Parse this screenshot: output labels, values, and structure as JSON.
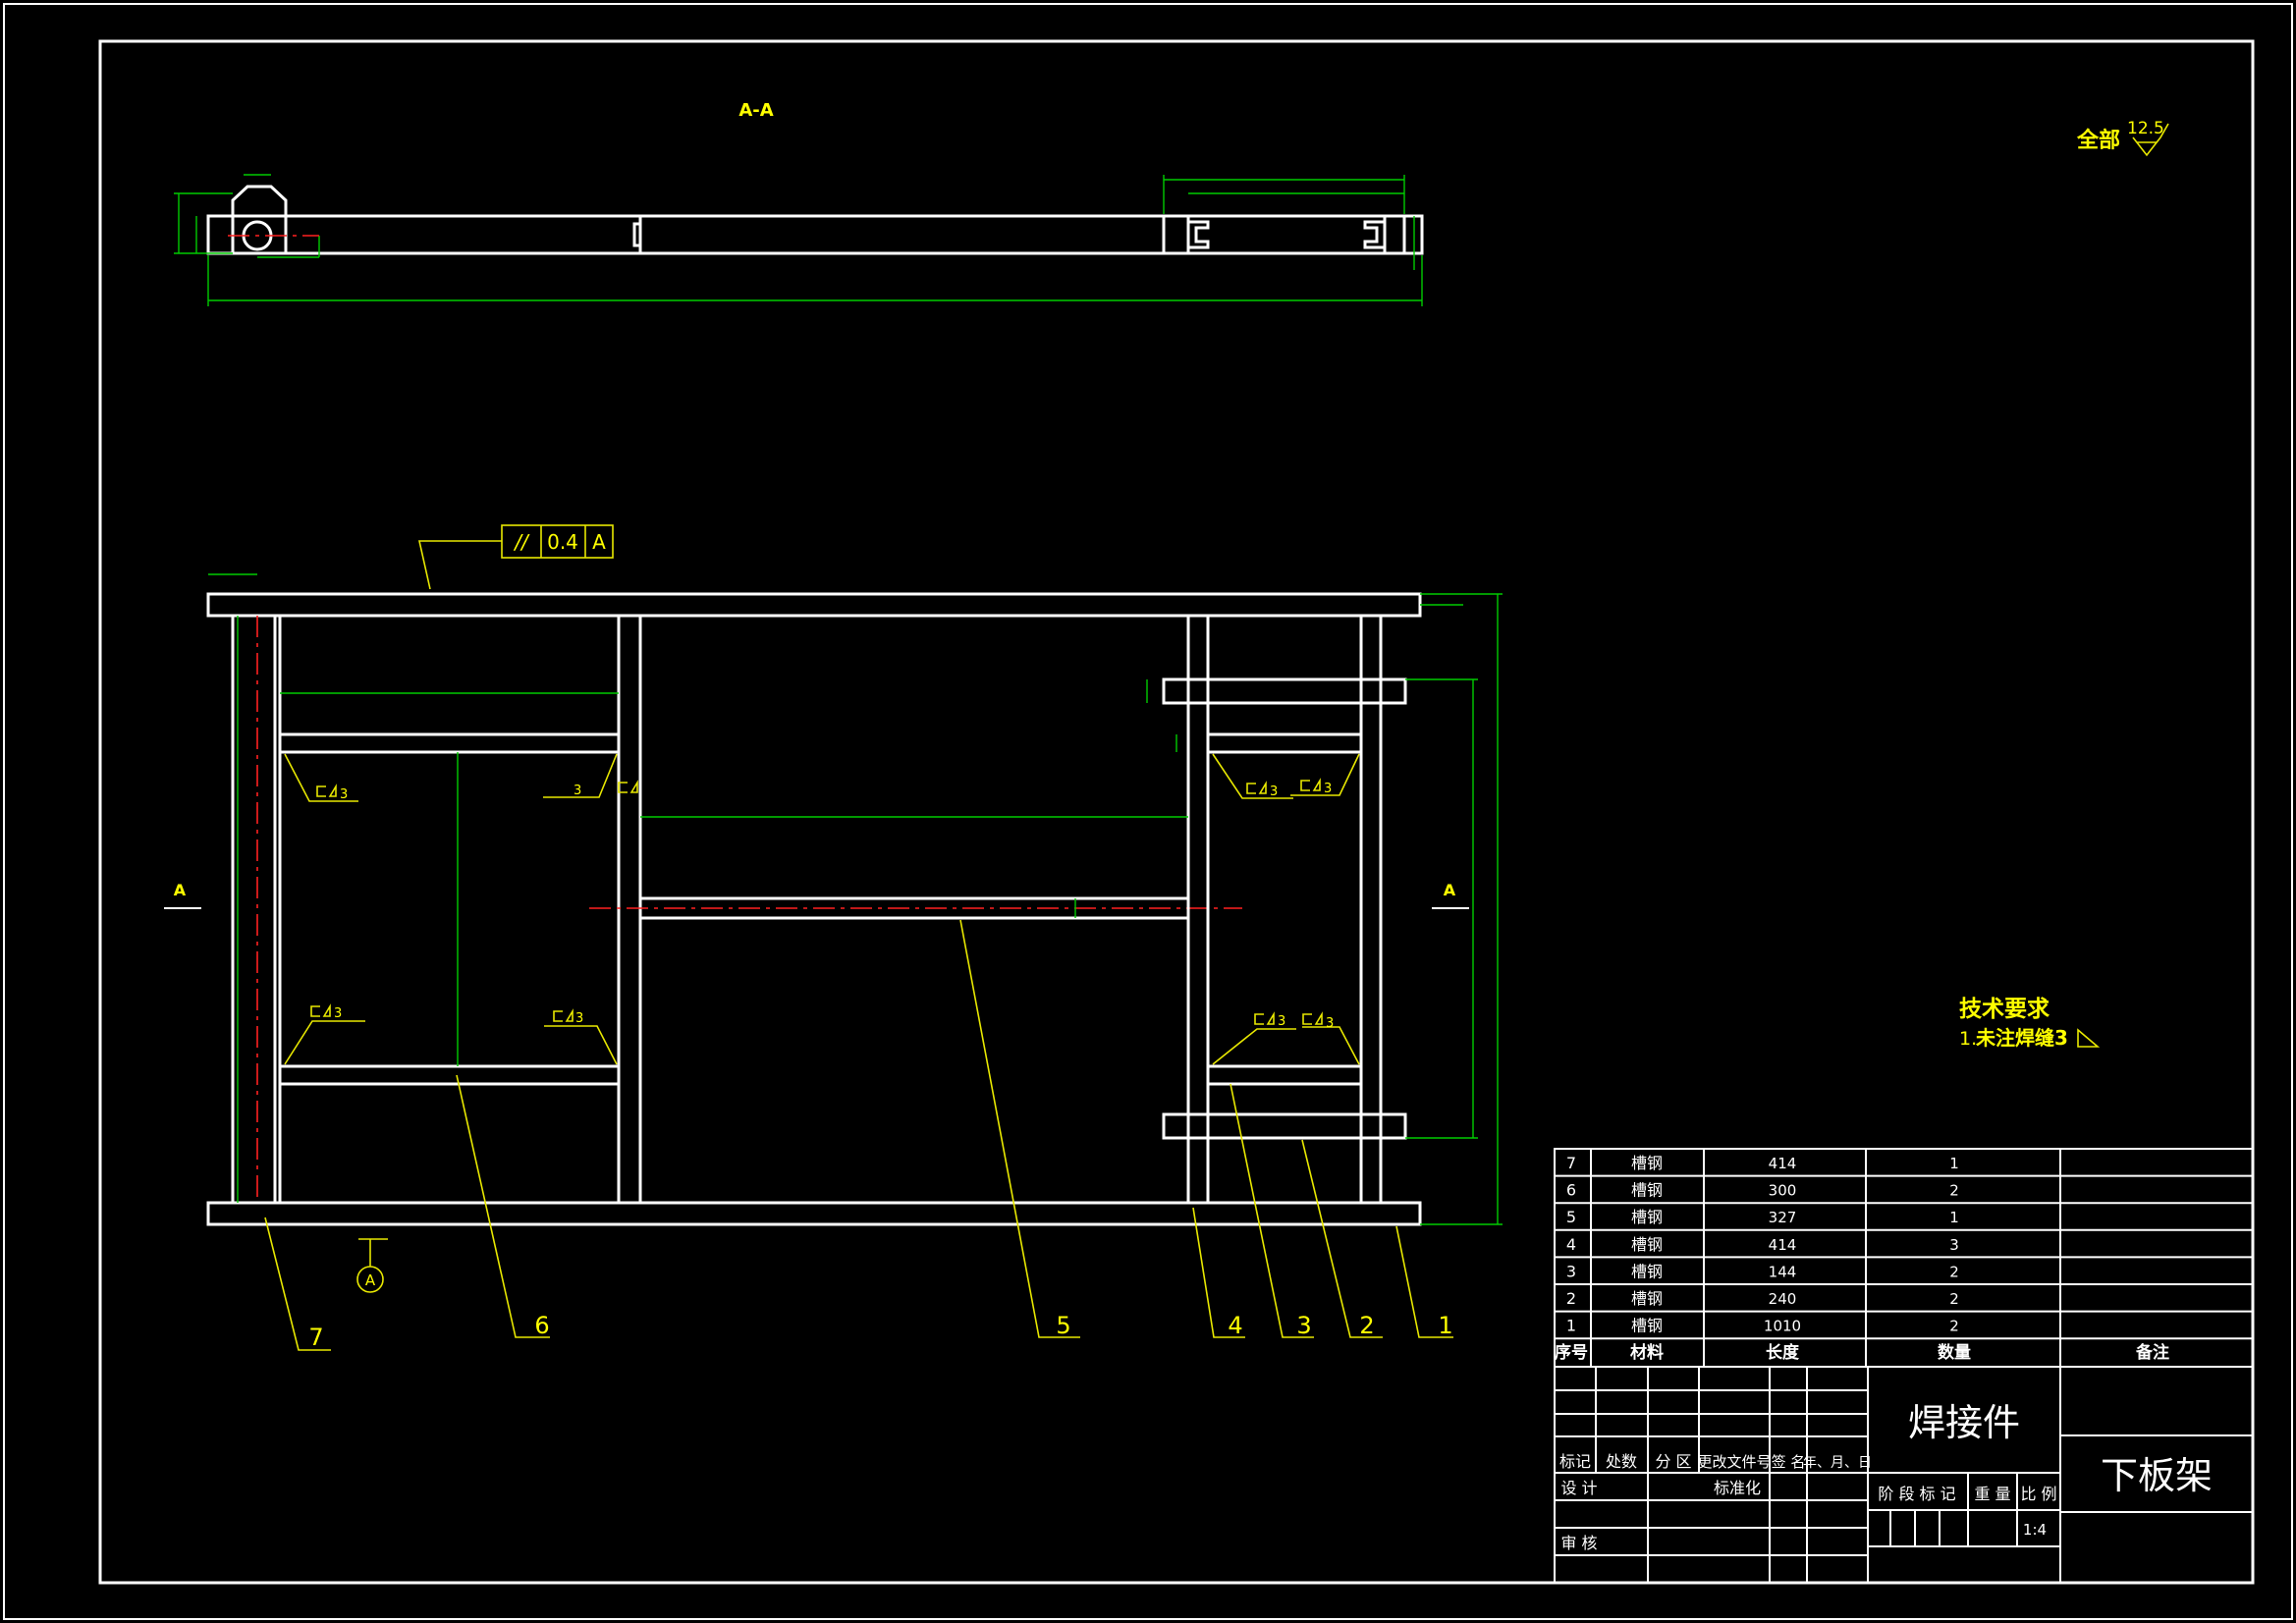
{
  "colors": {
    "background": "#000000",
    "outline": "#ffffff",
    "dimension": "#00cc00",
    "annotation": "#e8e800",
    "centerline": "#ff2020"
  },
  "section_title": "A-A",
  "section_marks": {
    "left": "A",
    "right": "A",
    "datum": "A"
  },
  "surface_finish": {
    "label": "全部",
    "value": "12.5"
  },
  "parallelism": {
    "symbol": "//",
    "tolerance": "0.4",
    "datum": "A"
  },
  "weld_note": "3",
  "balloons": [
    "7",
    "6",
    "5",
    "4",
    "3",
    "2",
    "1"
  ],
  "tech_requirements": {
    "title": "技术要求",
    "item_number": "1.",
    "item_text": "未注焊缝3"
  },
  "parts_table": {
    "headers": {
      "no": "序号",
      "material": "材料",
      "length": "长度",
      "qty": "数量",
      "note": "备注"
    },
    "rows": [
      {
        "no": "7",
        "material": "槽钢",
        "length": "414",
        "qty": "1"
      },
      {
        "no": "6",
        "material": "槽钢",
        "length": "300",
        "qty": "2"
      },
      {
        "no": "5",
        "material": "槽钢",
        "length": "327",
        "qty": "1"
      },
      {
        "no": "4",
        "material": "槽钢",
        "length": "414",
        "qty": "3"
      },
      {
        "no": "3",
        "material": "槽钢",
        "length": "144",
        "qty": "2"
      },
      {
        "no": "2",
        "material": "槽钢",
        "length": "240",
        "qty": "2"
      },
      {
        "no": "1",
        "material": "槽钢",
        "length": "1010",
        "qty": "2"
      }
    ]
  },
  "title_block": {
    "part_type": "焊接件",
    "part_name": "下板架",
    "labels": {
      "mark": "标记",
      "count": "处数",
      "zone": "分 区",
      "change_doc": "更改文件号",
      "signature": "签 名",
      "date": "年、月、日",
      "design": "设 计",
      "standardize": "标准化",
      "review": "审 核",
      "stage_mark": "阶 段 标 记",
      "weight": "重 量",
      "scale": "比 例"
    },
    "scale": "1:4"
  }
}
